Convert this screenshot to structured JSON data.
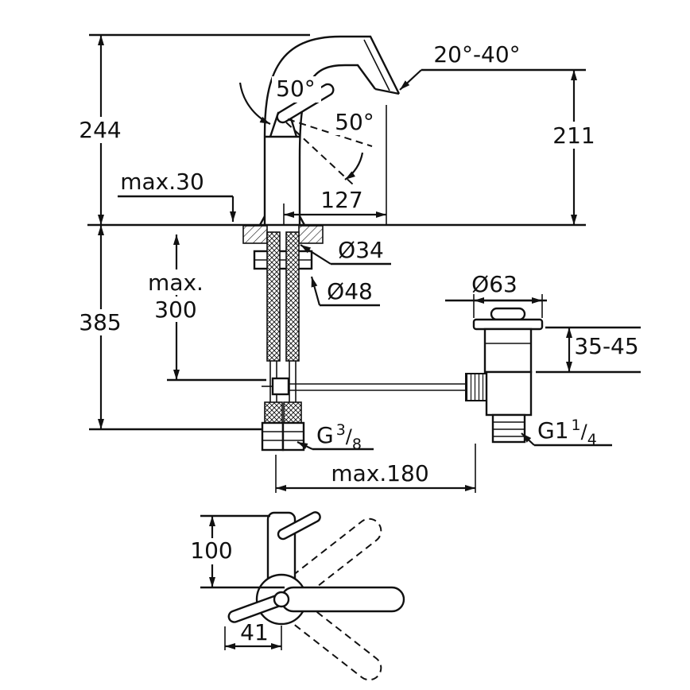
{
  "drawing": {
    "background": "#ffffff",
    "line_color": "#111111"
  },
  "labels": {
    "dim_244": "244",
    "dim_max30": "max.30",
    "dim_385": "385",
    "dim_max300_line1": "max.",
    "dim_max300_line2": "300",
    "angle_spout": "50°",
    "angle_handle": "50°",
    "angle_outlet_range": "20°-40°",
    "dim_211": "211",
    "dim_127": "127",
    "dia_34": "Ø34",
    "dia_48": "Ø48",
    "dia_63": "Ø63",
    "dim_35_45": "35-45",
    "dim_max180": "max.180",
    "dim_100": "100",
    "dim_41": "41",
    "thread_g114": {
      "base": "G1",
      "sup": "1",
      "slash": "/",
      "sub": "4"
    },
    "thread_g38": {
      "base": "G",
      "sup": "3",
      "slash": "/",
      "sub": "8"
    }
  }
}
